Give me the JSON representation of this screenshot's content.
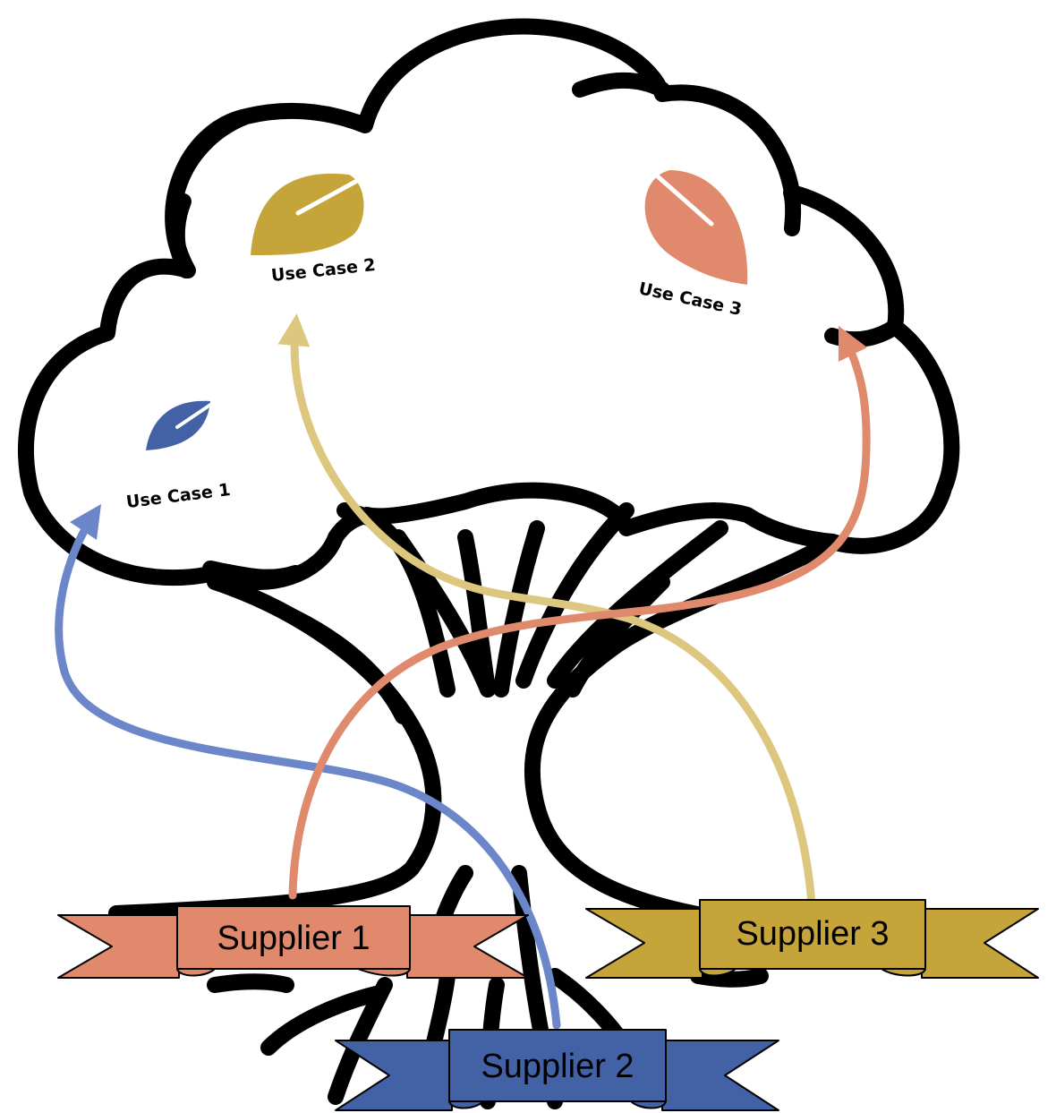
{
  "use_cases": [
    {
      "id": "uc1",
      "label": "Use Case 1",
      "color": "#4361a5"
    },
    {
      "id": "uc2",
      "label": "Use Case 2",
      "color": "#c5a53a"
    },
    {
      "id": "uc3",
      "label": "Use Case 3",
      "color": "#e0896c"
    }
  ],
  "suppliers": [
    {
      "id": "s1",
      "label": "Supplier 1",
      "color": "#e0896c"
    },
    {
      "id": "s2",
      "label": "Supplier 2",
      "color": "#4361a5"
    },
    {
      "id": "s3",
      "label": "Supplier 3",
      "color": "#c5a53a"
    }
  ],
  "arrow_colors": {
    "s1_to_uc3": "#e08a6d",
    "s2_to_uc1": "#6b86c9",
    "s3_to_uc2": "#ddc67e"
  },
  "relationships": [
    {
      "from": "Supplier 1",
      "to": "Use Case 3"
    },
    {
      "from": "Supplier 2",
      "to": "Use Case 1"
    },
    {
      "from": "Supplier 3",
      "to": "Use Case 2"
    }
  ]
}
